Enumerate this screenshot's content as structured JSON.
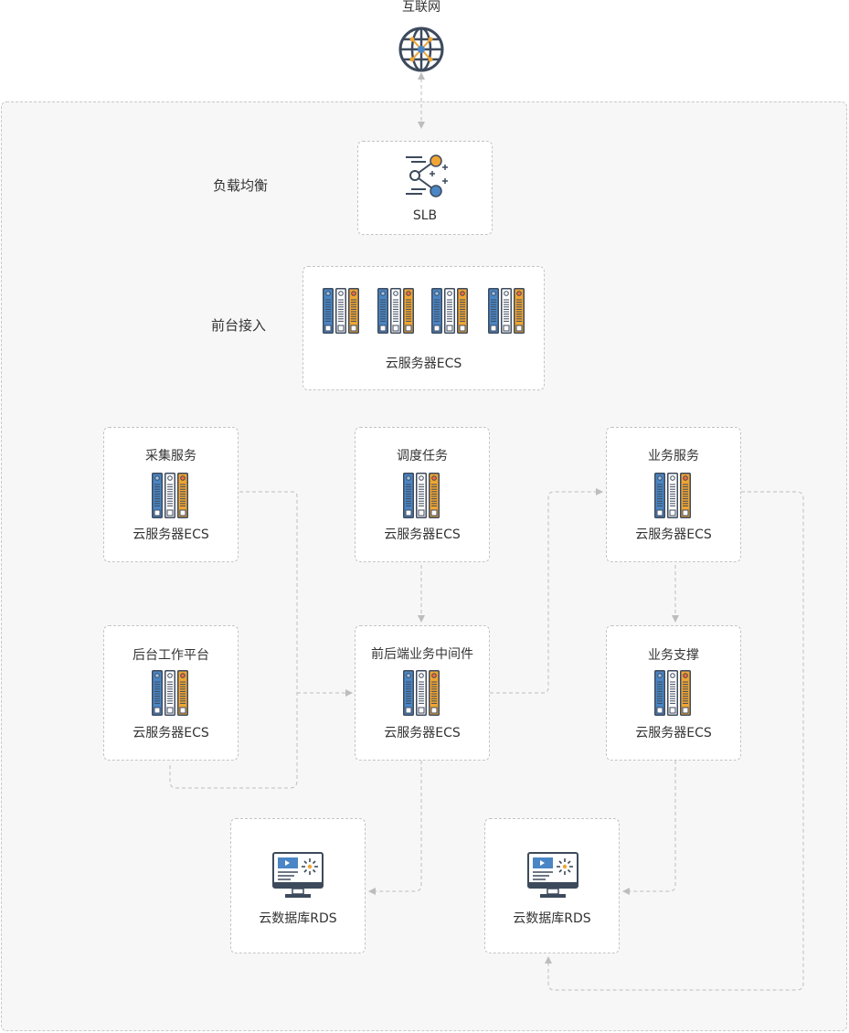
{
  "internet": {
    "label": "互联网",
    "icon": "globe-icon"
  },
  "tiers": {
    "load_balancer": "负载均衡",
    "front_access": "前台接入"
  },
  "nodes": {
    "slb": {
      "label": "SLB",
      "icon": "load-balancer-icon"
    },
    "front_ecs": {
      "label": "云服务器ECS",
      "icon": "server-rack-icon",
      "count": 4
    },
    "collect": {
      "title": "采集服务",
      "label": "云服务器ECS"
    },
    "schedule": {
      "title": "调度任务",
      "label": "云服务器ECS"
    },
    "business": {
      "title": "业务服务",
      "label": "云服务器ECS"
    },
    "backend": {
      "title": "后台工作平台",
      "label": "云服务器ECS"
    },
    "middleware": {
      "title": "前后端业务中间件",
      "label": "云服务器ECS"
    },
    "support": {
      "title": "业务支撑",
      "label": "云服务器ECS"
    },
    "rds_left": {
      "label": "云数据库RDS",
      "icon": "database-monitor-icon"
    },
    "rds_right": {
      "label": "云数据库RDS",
      "icon": "database-monitor-icon"
    }
  },
  "colors": {
    "blue": "#4a86c5",
    "orange": "#f0a533",
    "dark": "#3d4a5c",
    "border": "#c4c4c4",
    "connector": "#bdbdbd"
  }
}
